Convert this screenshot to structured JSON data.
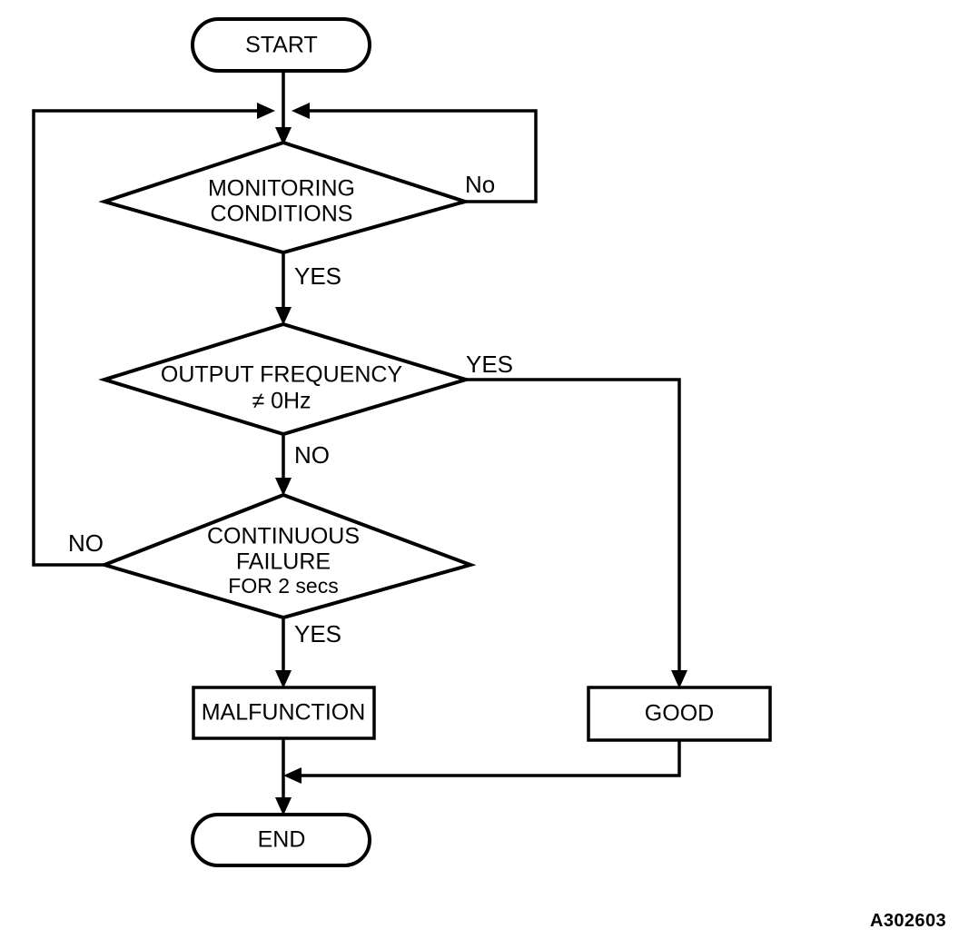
{
  "diagram": {
    "title_code": "A302603",
    "type": "flowchart",
    "nodes": {
      "start": {
        "label": "START",
        "shape": "terminator"
      },
      "monitoring": {
        "label_line1": "MONITORING",
        "label_line2": "CONDITIONS",
        "shape": "decision"
      },
      "frequency": {
        "label_line1": "OUTPUT FREQUENCY",
        "label_line2": "≠ 0Hz",
        "shape": "decision"
      },
      "continuous": {
        "label_line1": "CONTINUOUS",
        "label_line2": "FAILURE",
        "label_line3": "FOR 2 secs",
        "shape": "decision"
      },
      "malfunction": {
        "label": "MALFUNCTION",
        "shape": "process"
      },
      "good": {
        "label": "GOOD",
        "shape": "process"
      },
      "end": {
        "label": "END",
        "shape": "terminator"
      }
    },
    "edge_labels": {
      "monitoring_no": "No",
      "monitoring_yes": "YES",
      "frequency_yes": "YES",
      "frequency_no": "NO",
      "continuous_no": "NO",
      "continuous_yes": "YES"
    },
    "colors": {
      "stroke": "#000000",
      "fill": "#ffffff",
      "text": "#000000"
    }
  }
}
